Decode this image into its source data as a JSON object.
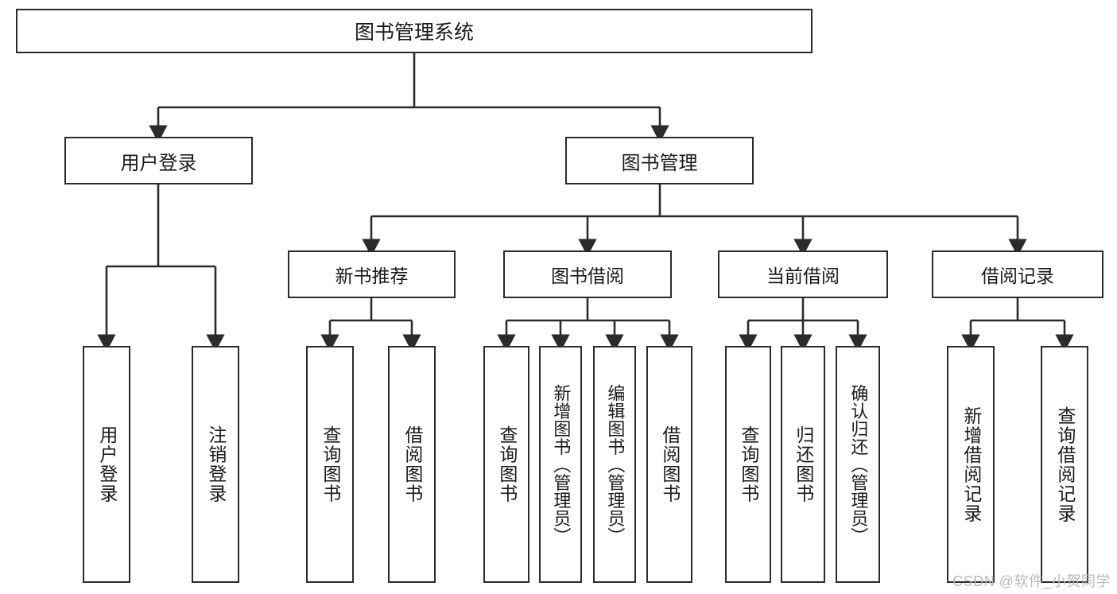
{
  "diagram": {
    "title": "图书管理系统",
    "root": {
      "label": "图书管理系统"
    },
    "level2": [
      {
        "label": "用户登录"
      },
      {
        "label": "图书管理"
      }
    ],
    "level3": [
      {
        "label": "新书推荐"
      },
      {
        "label": "图书借阅"
      },
      {
        "label": "当前借阅"
      },
      {
        "label": "借阅记录"
      }
    ],
    "leaves": {
      "user_login": [
        {
          "label": "用户登录"
        },
        {
          "label": "注销登录"
        }
      ],
      "new_book": [
        {
          "label": "查询图书"
        },
        {
          "label": "借阅图书"
        }
      ],
      "book_borrow": [
        {
          "label": "查询图书"
        },
        {
          "label": "新增图书（管理员）"
        },
        {
          "label": "编辑图书（管理员）"
        },
        {
          "label": "借阅图书"
        }
      ],
      "current_borrow": [
        {
          "label": "查询图书"
        },
        {
          "label": "归还图书"
        },
        {
          "label": "确认归还（管理员）"
        }
      ],
      "borrow_record": [
        {
          "label": "新增借阅记录"
        },
        {
          "label": "查询借阅记录"
        }
      ]
    }
  },
  "watermark": {
    "text": "CSDN @软件_小贺同学"
  },
  "colors": {
    "stroke": "#2b2b2b",
    "background": "#ffffff",
    "text": "#1a1a1a",
    "watermark": "#b9b9b9"
  }
}
